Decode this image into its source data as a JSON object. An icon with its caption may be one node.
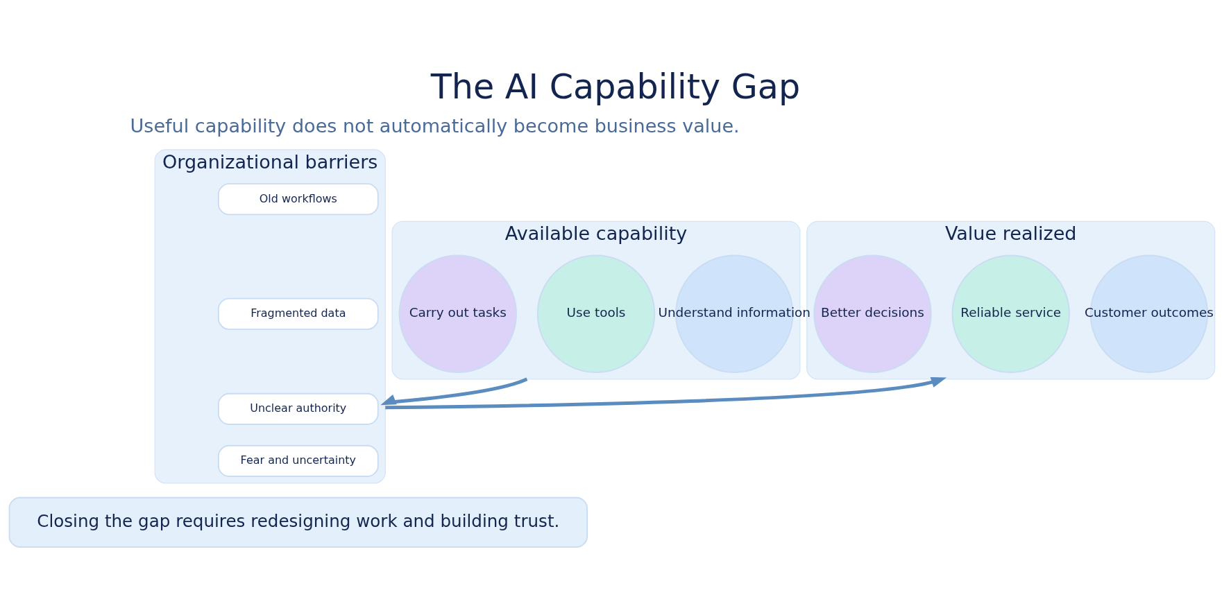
{
  "diagram": {
    "title": "The AI Capability Gap",
    "nodes": [
      {
        "text": [
          "Available capability"
        ]
      },
      {
        "text": [
          "Understand information"
        ],
        "in": 0
      },
      {
        "text": [
          "Use tools"
        ],
        "in": 0
      },
      {
        "text": [
          "Carry out tasks"
        ],
        "in": 0
      },
      {
        "text": [
          "Organizational barriers"
        ]
      },
      {
        "text": [
          "Old workflows"
        ],
        "in": 4
      },
      {
        "text": [
          "Fragmented data"
        ],
        "in": 4
      },
      {
        "text": [
          "Unclear authority"
        ],
        "in": 4
      },
      {
        "text": [
          "Fear and uncertainty"
        ],
        "in": 4
      },
      {
        "text": [
          "Value realized"
        ]
      },
      {
        "text": [
          "Customer outcomes"
        ],
        "in": 9
      },
      {
        "text": [
          "Reliable service"
        ],
        "in": 9
      },
      {
        "text": [
          "Better decisions"
        ],
        "in": 9
      },
      {
        "text": [
          "Closing the gap requires redesigning work and building trust."
        ]
      }
    ],
    "edges": [
      {
        "from": 0,
        "to": 4,
        "arrow": "to"
      },
      {
        "from": 4,
        "to": 9,
        "arrow": "to"
      }
    ],
    "labels": [
      "Useful capability does not automatically become business value."
    ]
  }
}
